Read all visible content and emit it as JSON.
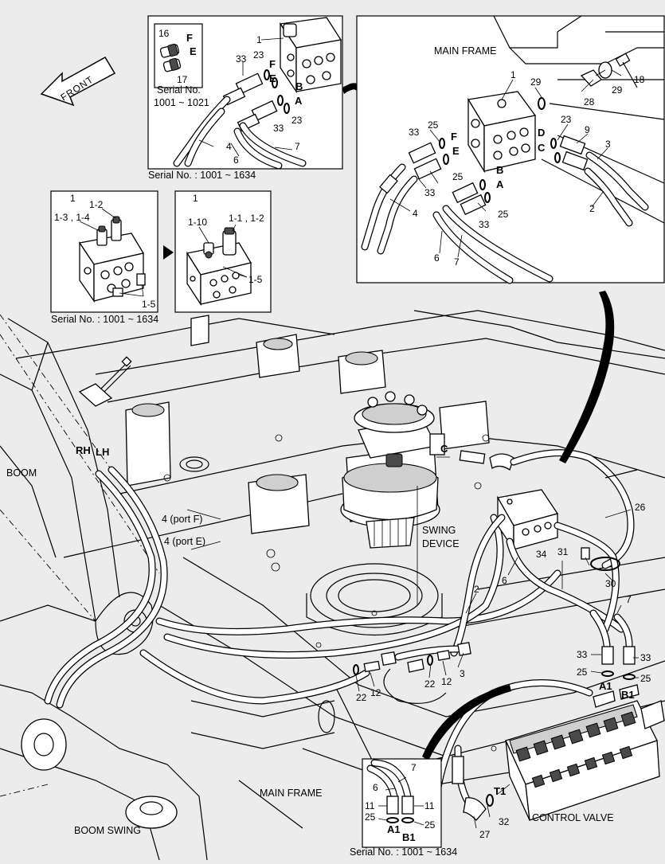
{
  "inset_top": {
    "serial_caption": "Serial No. : 1001 ~ 1634",
    "sub_serial": [
      "Serial No.",
      "1001 ~ 1021"
    ],
    "labels": [
      "16",
      "F",
      "E",
      "17",
      "1",
      "33",
      "23",
      "F",
      "E",
      "B",
      "A",
      "33",
      "23",
      "4",
      "6",
      "7"
    ]
  },
  "front_arrow": "FRONT",
  "inset_main_frame": {
    "title": "MAIN FRAME",
    "labels": [
      "1",
      "29",
      "18",
      "28",
      "29",
      "33",
      "25",
      "F",
      "E",
      "25",
      "33",
      "B",
      "A",
      "D",
      "C",
      "23",
      "9",
      "3",
      "2",
      "25",
      "33",
      "4",
      "6",
      "7"
    ]
  },
  "inset_valve_left": {
    "caption": "Serial No. : 1001 ~ 1634",
    "labels": [
      "1",
      "1-2",
      "1-3 , 1-4",
      "1-5"
    ]
  },
  "inset_valve_right": {
    "labels": [
      "1",
      "1-10",
      "1-1 , 1-2",
      "1-5"
    ]
  },
  "main": {
    "rh": "RH",
    "lh": "LH",
    "boom": "BOOM",
    "boom_swing": "BOOM SWING",
    "port_f": "4 (port F)",
    "port_e": "4 (port E)",
    "swing_device": [
      "SWING",
      "DEVICE"
    ],
    "c_label": "C",
    "control_valve": "CONTROL VALVE",
    "labels": [
      "26",
      "34",
      "31",
      "6",
      "30",
      "2",
      "7",
      "33",
      "33",
      "25",
      "25",
      "A1",
      "B1",
      "3",
      "12",
      "22",
      "22",
      "12",
      "T1",
      "32",
      "27"
    ]
  },
  "inset_bottom": {
    "title": "MAIN FRAME",
    "caption": "Serial No. : 1001 ~ 1634",
    "labels": [
      "7",
      "6",
      "11",
      "11",
      "25",
      "25",
      "A1",
      "B1"
    ]
  }
}
